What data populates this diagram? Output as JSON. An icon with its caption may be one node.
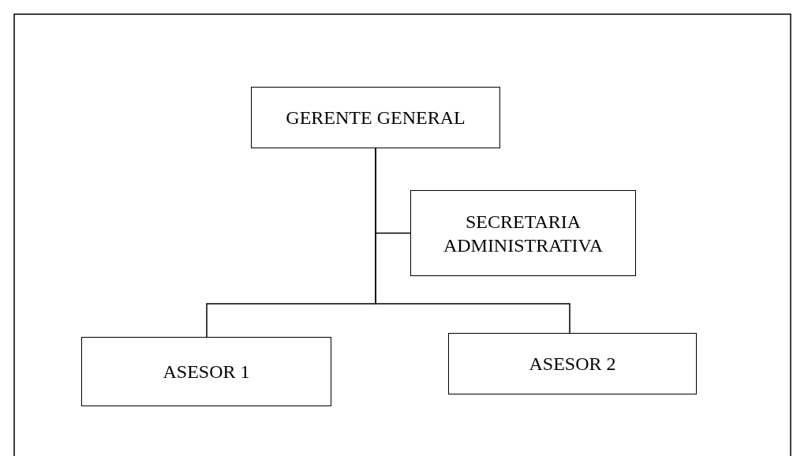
{
  "diagram": {
    "nodes": [
      {
        "text": [
          "GERENTE GENERAL"
        ]
      },
      {
        "text": [
          "SECRETARIA ADMINISTRATIVA"
        ]
      },
      {
        "text": [
          "ASESOR 1"
        ]
      },
      {
        "text": [
          "ASESOR 2"
        ]
      }
    ],
    "edges": [
      {
        "from": 0,
        "to": 1,
        "arrow": "none"
      },
      {
        "from": 0,
        "to": 2,
        "arrow": "none"
      },
      {
        "from": 0,
        "to": 3,
        "arrow": "none"
      }
    ]
  }
}
